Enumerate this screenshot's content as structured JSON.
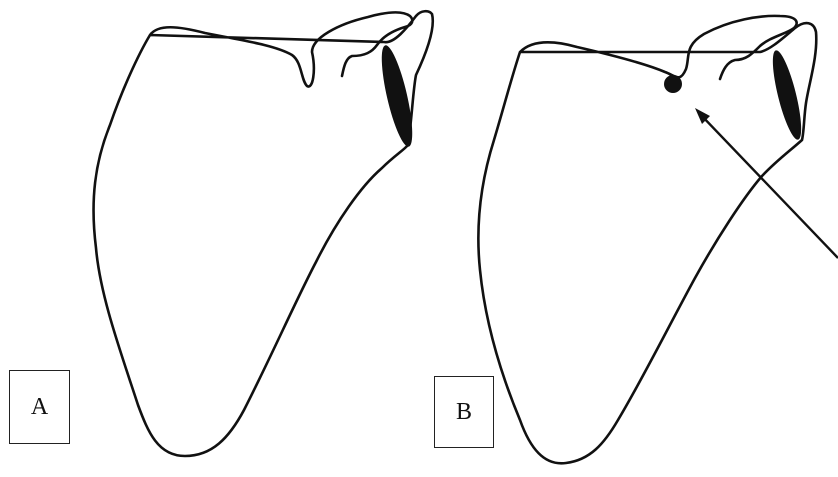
{
  "figure": {
    "panels": [
      {
        "id": "A",
        "label": "A"
      },
      {
        "id": "B",
        "label": "B"
      }
    ]
  },
  "colors": {
    "ink": "#111111",
    "background": "#ffffff"
  }
}
